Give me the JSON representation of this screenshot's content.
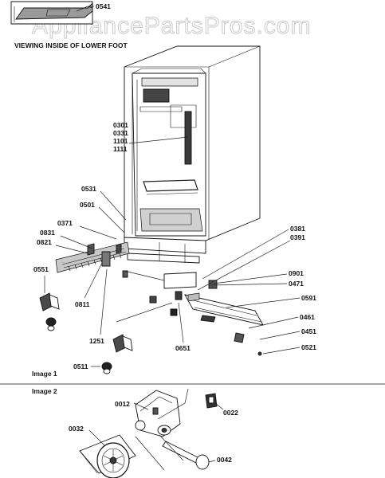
{
  "watermark": "AppliancePartsPros.com",
  "captions": {
    "lower_foot": "VIEWING INSIDE OF LOWER FOOT",
    "image1": "Image 1",
    "image2": "Image 2"
  },
  "part_labels": {
    "p0541": "0541",
    "p0301": "0301",
    "p0331": "0331",
    "p1101": "1101",
    "p1111": "1111",
    "p0531": "0531",
    "p0501": "0501",
    "p0371": "0371",
    "p0831": "0831",
    "p0821": "0821",
    "p0551": "0551",
    "p0811": "0811",
    "p1251": "1251",
    "p0651": "0651",
    "p0511": "0511",
    "p0381": "0381",
    "p0391": "0391",
    "p0901": "0901",
    "p0471": "0471",
    "p0591": "0591",
    "p0461": "0461",
    "p0451": "0451",
    "p0521": "0521",
    "p0012": "0012",
    "p0022": "0022",
    "p0032": "0032",
    "p0042": "0042"
  }
}
